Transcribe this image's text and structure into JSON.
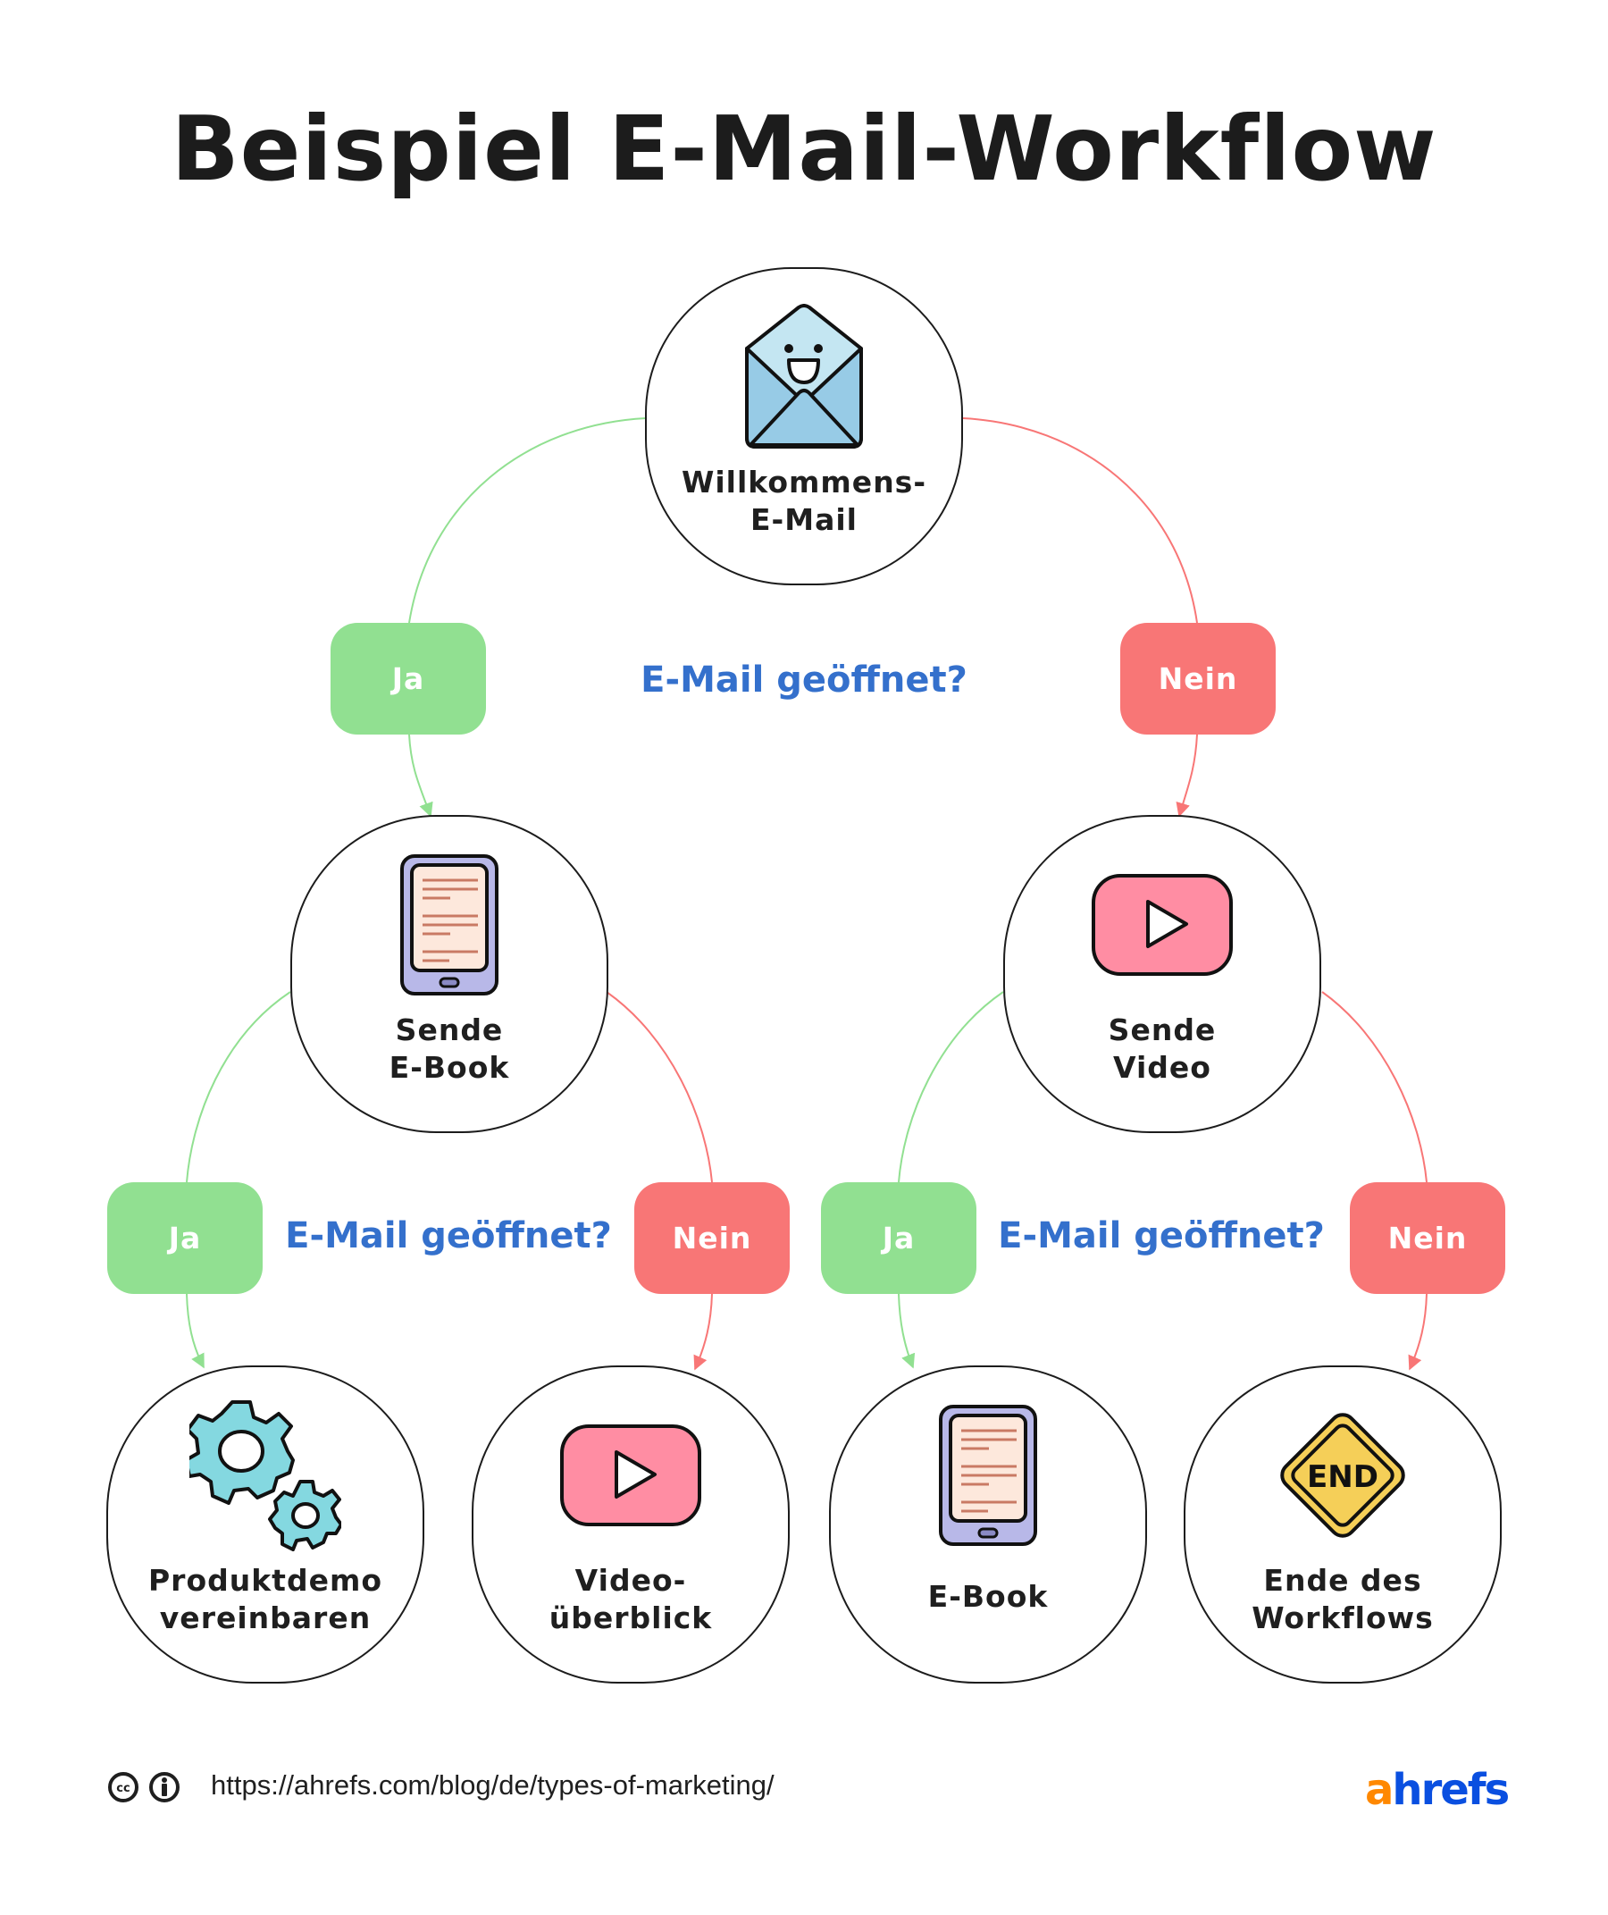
{
  "title": "Beispiel E-Mail-Workflow",
  "colors": {
    "yes": "#91e091",
    "no": "#f87676",
    "question": "#3470cc",
    "node_border": "#1c1c1c",
    "logo_accent": "#ff8800",
    "logo_main": "#0a4fe0"
  },
  "nodes": {
    "welcome": {
      "label": "Willkommens-\nE-Mail",
      "icon": "smiling-envelope-icon"
    },
    "send_ebook": {
      "label": "Sende\nE-Book",
      "icon": "ebook-reader-icon"
    },
    "send_video": {
      "label": "Sende\nVideo",
      "icon": "video-play-icon"
    },
    "product_demo": {
      "label": "Produktdemo\nvereinbaren",
      "icon": "gears-icon"
    },
    "video_overview": {
      "label": "Video-\nüberblick",
      "icon": "video-play-icon"
    },
    "ebook": {
      "label": "E-Book",
      "icon": "ebook-reader-icon"
    },
    "end": {
      "label": "Ende des\nWorkflows",
      "icon": "end-sign-icon",
      "sign_text": "END"
    }
  },
  "decisions": [
    {
      "question": "E-Mail geöffnet?",
      "yes": "Ja",
      "no": "Nein"
    },
    {
      "question": "E-Mail geöffnet?",
      "yes": "Ja",
      "no": "Nein"
    },
    {
      "question": "E-Mail geöffnet?",
      "yes": "Ja",
      "no": "Nein"
    }
  ],
  "footer": {
    "license_icons": [
      "creative-commons-icon",
      "attribution-icon"
    ],
    "url": "https://ahrefs.com/blog/de/types-of-marketing/",
    "logo_accent": "a",
    "logo_rest": "hrefs"
  }
}
